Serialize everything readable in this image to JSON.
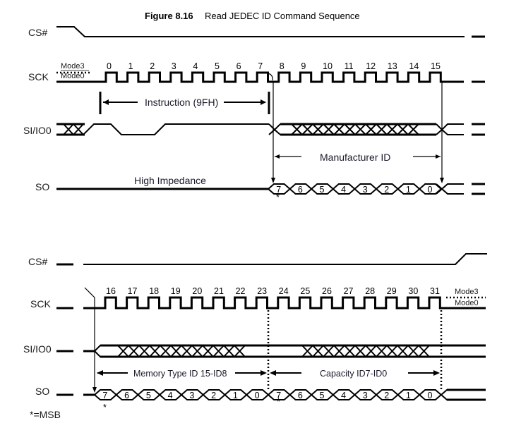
{
  "figure": {
    "number": "Figure 8.16",
    "title": "Read JEDEC ID Command Sequence"
  },
  "signals": {
    "cs": "CS#",
    "sck": "SCK",
    "si": "SI/IO0",
    "so": "SO"
  },
  "modes": {
    "mode3": "Mode3",
    "mode0": "Mode0"
  },
  "top_panel": {
    "clock_cycles": [
      "0",
      "1",
      "2",
      "3",
      "4",
      "5",
      "6",
      "7",
      "8",
      "9",
      "10",
      "11",
      "12",
      "13",
      "14",
      "15"
    ],
    "instruction_label": "Instruction (9FH)",
    "instruction_code": "9FH",
    "manufacturer_label": "Manufacturer ID",
    "high_impedance_label": "High Impedance",
    "so_bits": [
      "7",
      "6",
      "5",
      "4",
      "3",
      "2",
      "1",
      "0"
    ],
    "msb_marker": "*"
  },
  "bottom_panel": {
    "clock_cycles": [
      "16",
      "17",
      "18",
      "19",
      "20",
      "21",
      "22",
      "23",
      "24",
      "25",
      "26",
      "27",
      "28",
      "29",
      "30",
      "31"
    ],
    "memory_type_label": "Memory Type ID 15-ID8",
    "capacity_label": "Capacity ID7-ID0",
    "memory_type_bits": [
      "7",
      "6",
      "5",
      "4",
      "3",
      "2",
      "1",
      "0"
    ],
    "capacity_bits": [
      "7",
      "6",
      "5",
      "4",
      "3",
      "2",
      "1",
      "0"
    ],
    "msb_marker": "*"
  },
  "legend": {
    "msb_note": "*=MSB"
  }
}
